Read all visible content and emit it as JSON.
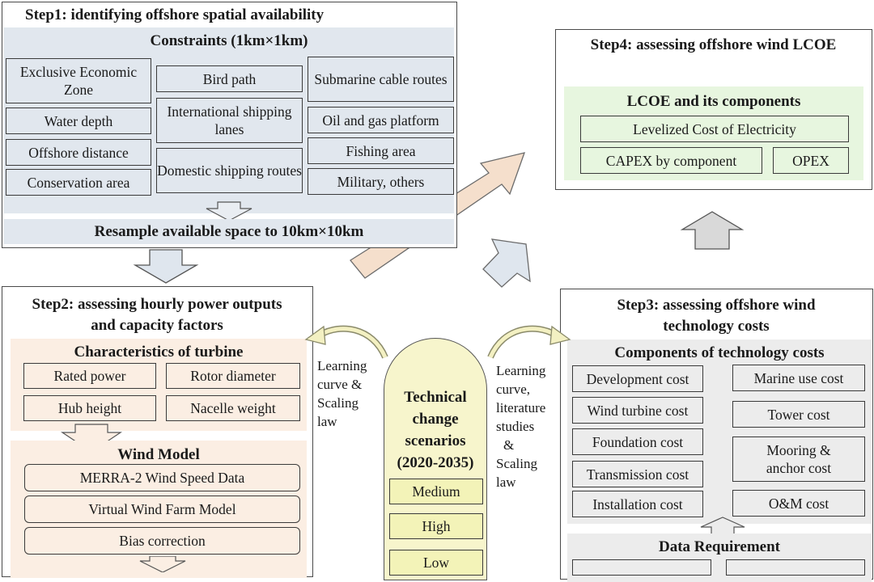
{
  "step1": {
    "title": "Step1: identifying offshore spatial availability",
    "constraints_title": "Constraints (1km×1km)",
    "col1": [
      "Exclusive Economic Zone",
      "Water depth",
      "Offshore distance",
      "Conservation area"
    ],
    "col2": [
      "Bird path",
      "International shipping lanes",
      "Domestic shipping routes"
    ],
    "col3": [
      "Submarine cable routes",
      "Oil and gas platform",
      "Fishing area",
      "Military, others"
    ],
    "resample": "Resample available space to 10km×10km"
  },
  "step2": {
    "title_line1": "Step2: assessing hourly power outputs",
    "title_line2": "and capacity factors",
    "turbine_title": "Characteristics of turbine",
    "turbine_items": [
      "Rated power",
      "Rotor diameter",
      "Hub height",
      "Nacelle weight"
    ],
    "wind_title": "Wind Model",
    "wind_items": [
      "MERRA-2 Wind Speed Data",
      "Virtual Wind Farm Model",
      "Bias correction"
    ]
  },
  "step3": {
    "title_line1": "Step3: assessing offshore wind",
    "title_line2": "technology costs",
    "components_title": "Components of technology costs",
    "left_items": [
      "Development cost",
      "Wind turbine cost",
      "Foundation cost",
      "Transmission cost",
      "Installation cost"
    ],
    "right_items": [
      "Marine use cost",
      "Tower cost",
      "Mooring & anchor cost",
      "O&M cost"
    ],
    "data_title": "Data Requirement"
  },
  "step4": {
    "title": "Step4: assessing offshore wind LCOE",
    "lcoe_title": "LCOE and its components",
    "lcoe_item": "Levelized Cost of Electricity",
    "capex": "CAPEX by component",
    "opex": "OPEX"
  },
  "scenarios": {
    "title_lines": [
      "Technical",
      "change",
      "scenarios",
      "(2020-2035)"
    ],
    "items": [
      "Medium",
      "High",
      "Low"
    ]
  },
  "learning_left": [
    "Learning",
    "curve &",
    "Scaling",
    "law"
  ],
  "learning_right": [
    "Learning",
    "curve,",
    "literature",
    "studies",
    "&",
    "Scaling",
    "law"
  ],
  "colors": {
    "blue_fill": "#e1e7ee",
    "peach_fill": "#fbeee3",
    "green_fill": "#e7f6df",
    "arch_fill": "#f7f5cc",
    "scenario_fill": "#f3f3b8",
    "big_arrow_fill": "#f5dfcc"
  }
}
